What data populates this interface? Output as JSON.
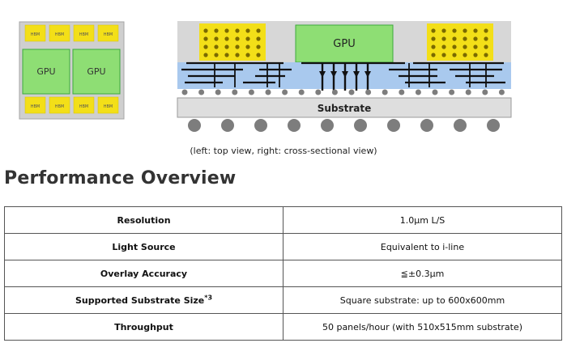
{
  "figure": {
    "hbm_label": "HBM",
    "gpu_label": "GPU",
    "substrate_label": "Substrate",
    "caption": "(left: top view, right: cross-sectional view)",
    "colors": {
      "hbm": "#f3df18",
      "gpu": "#8ede74",
      "gpu_border": "#3caa3c",
      "interposer": "#a9c9ee",
      "substrate": "#dedede",
      "package": "#d7d7d7",
      "bumps": "#7d7d7d",
      "wiring": "#111111"
    }
  },
  "heading": "Performance Overview",
  "table": {
    "rows": [
      {
        "label": "Resolution",
        "value": "1.0μm L/S"
      },
      {
        "label": "Light Source",
        "value": "Equivalent to i-line"
      },
      {
        "label": "Overlay Accuracy",
        "value": "≦±0.3μm"
      },
      {
        "label": "Supported Substrate Size",
        "sup": "*3",
        "value": "Square substrate: up to 600x600mm"
      },
      {
        "label": "Throughput",
        "value": "50 panels/hour (with 510x515mm substrate)"
      }
    ]
  }
}
